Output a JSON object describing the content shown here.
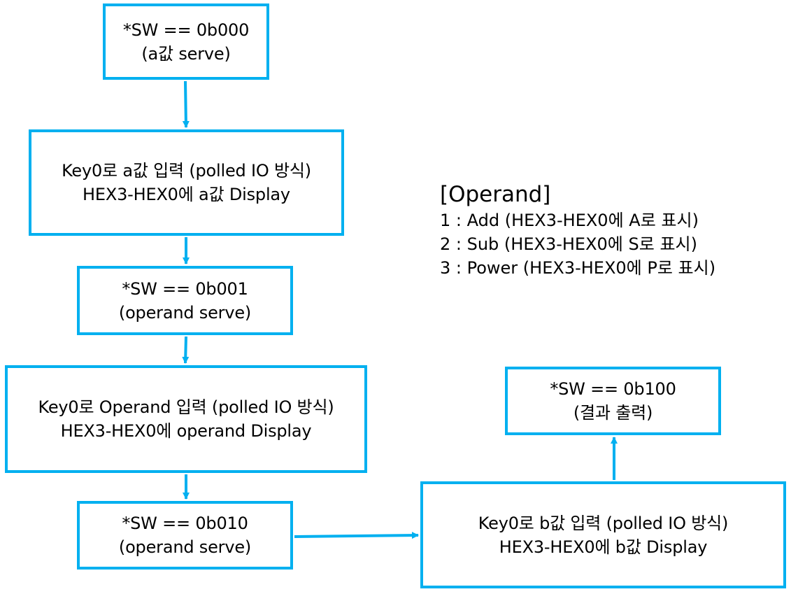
{
  "boxes": [
    {
      "line1": "*SW == 0b000",
      "line2": "(a값 serve)"
    },
    {
      "line1": "Key0로 a값 입력 (polled IO 방식)",
      "line2": "HEX3-HEX0에 a값 Display"
    },
    {
      "line1": "*SW == 0b001",
      "line2": "(operand serve)"
    },
    {
      "line1": "Key0로 Operand 입력 (polled IO 방식)",
      "line2": "HEX3-HEX0에 operand Display"
    },
    {
      "line1": "*SW == 0b010",
      "line2": "(operand serve)"
    },
    {
      "line1": "Key0로 b값 입력 (polled IO 방식)",
      "line2": "HEX3-HEX0에 b값 Display"
    },
    {
      "line1": "*SW == 0b100",
      "line2": "(결과 출력)"
    }
  ],
  "legend": {
    "title": "[Operand]",
    "items": [
      "1 : Add (HEX3-HEX0에 A로 표시)",
      "2 : Sub (HEX3-HEX0에 S로 표시)",
      "3 : Power (HEX3-HEX0에 P로 표시)"
    ]
  },
  "colors": {
    "border": "#00b0f0",
    "arrow": "#00b0f0"
  }
}
